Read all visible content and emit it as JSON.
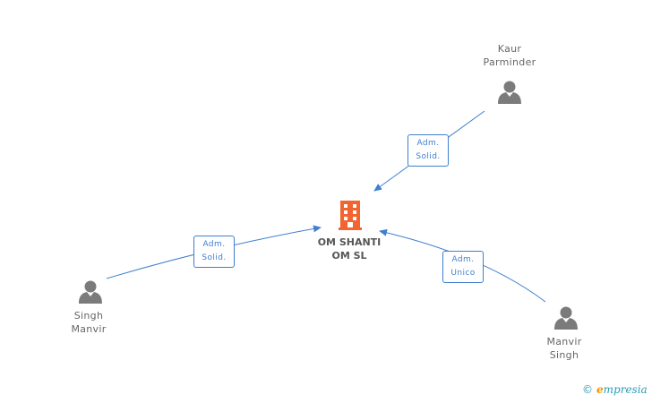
{
  "company": {
    "name_line1": "OM SHANTI",
    "name_line2": "OM SL",
    "icon": "building-icon",
    "color": "#f26430"
  },
  "people": [
    {
      "id": "kaur",
      "line1": "Kaur",
      "line2": "Parminder",
      "icon": "person-icon"
    },
    {
      "id": "singh-manvir",
      "line1": "Singh",
      "line2": "Manvir",
      "icon": "person-icon"
    },
    {
      "id": "manvir-singh",
      "line1": "Manvir",
      "line2": "Singh",
      "icon": "person-icon"
    }
  ],
  "relations": [
    {
      "from": "kaur",
      "line1": "Adm.",
      "line2": "Solid."
    },
    {
      "from": "singh-manvir",
      "line1": "Adm.",
      "line2": "Solid."
    },
    {
      "from": "manvir-singh",
      "line1": "Adm.",
      "line2": "Unico"
    }
  ],
  "colors": {
    "edge": "#3f7fcf",
    "person": "#7b7b7b",
    "label": "#666666"
  },
  "watermark": {
    "copyright": "©",
    "brand_initial": "e",
    "brand_rest": "mpresia"
  }
}
